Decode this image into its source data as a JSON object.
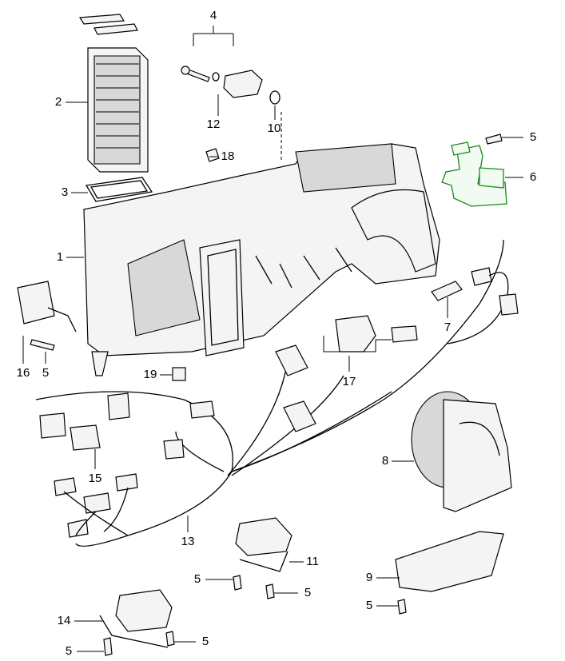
{
  "diagram": {
    "highlight_color": "#1a8a1a",
    "highlighted_part": "6",
    "callouts": [
      {
        "id": "c4",
        "text": "4"
      },
      {
        "id": "c2",
        "text": "2"
      },
      {
        "id": "c12",
        "text": "12"
      },
      {
        "id": "c10",
        "text": "10"
      },
      {
        "id": "c18",
        "text": "18"
      },
      {
        "id": "c5a",
        "text": "5"
      },
      {
        "id": "c6",
        "text": "6"
      },
      {
        "id": "c3",
        "text": "3"
      },
      {
        "id": "c1",
        "text": "1"
      },
      {
        "id": "c7",
        "text": "7"
      },
      {
        "id": "c16",
        "text": "16"
      },
      {
        "id": "c5b",
        "text": "5"
      },
      {
        "id": "c19",
        "text": "19"
      },
      {
        "id": "c17",
        "text": "17"
      },
      {
        "id": "c15",
        "text": "15"
      },
      {
        "id": "c8",
        "text": "8"
      },
      {
        "id": "c13",
        "text": "13"
      },
      {
        "id": "c11",
        "text": "11"
      },
      {
        "id": "c5c",
        "text": "5"
      },
      {
        "id": "c5d",
        "text": "5"
      },
      {
        "id": "c9",
        "text": "9"
      },
      {
        "id": "c5e",
        "text": "5"
      },
      {
        "id": "c14",
        "text": "14"
      },
      {
        "id": "c5f",
        "text": "5"
      },
      {
        "id": "c5g",
        "text": "5"
      }
    ]
  }
}
